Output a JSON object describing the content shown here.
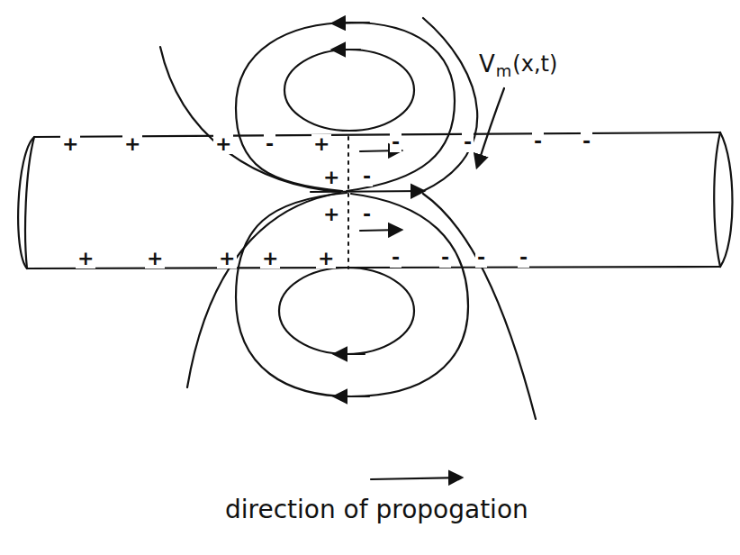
{
  "diagram": {
    "caption": "direction of propogation",
    "labels": [
      "V",
      "m",
      "(x,t)",
      "+",
      "+",
      "+",
      "-",
      "+",
      "-",
      "-",
      "-",
      "-",
      "+",
      "-",
      "+",
      "-",
      "+",
      "+",
      "+",
      "+",
      "+",
      "-",
      "-",
      "-",
      "-"
    ]
  }
}
